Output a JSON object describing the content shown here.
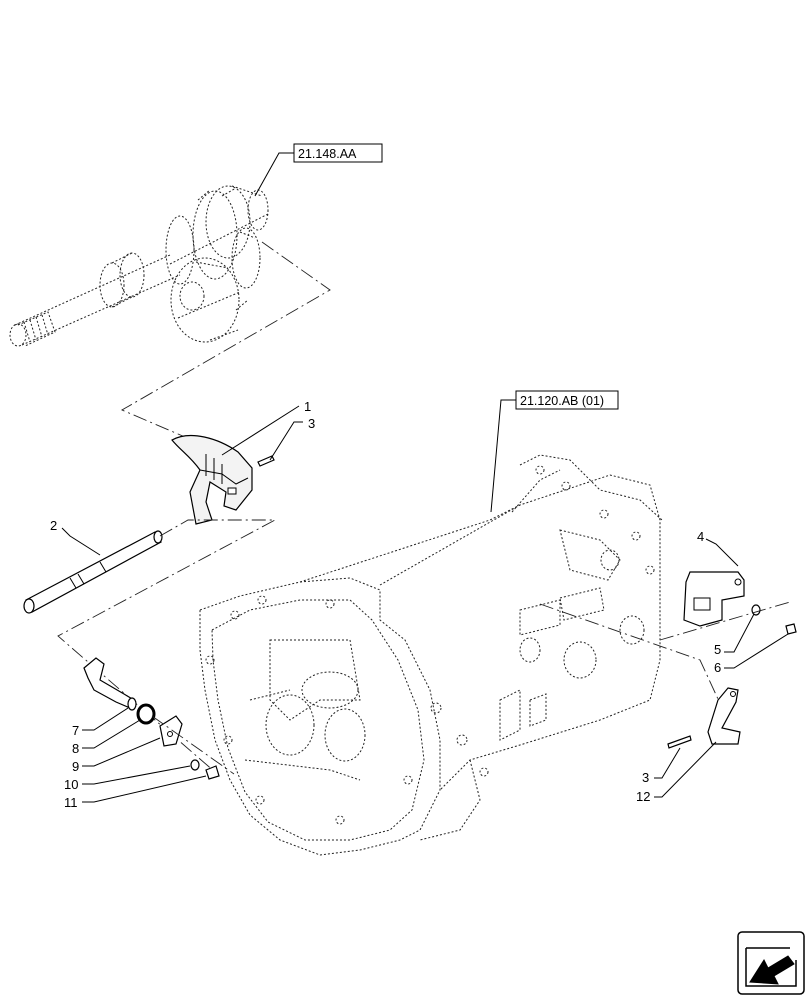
{
  "references": {
    "upper_shaft": "21.148.AA",
    "housing": "21.120.AB (01)"
  },
  "callouts": [
    {
      "id": "c1",
      "label": "1"
    },
    {
      "id": "c3a",
      "label": "3"
    },
    {
      "id": "c2",
      "label": "2"
    },
    {
      "id": "c4",
      "label": "4"
    },
    {
      "id": "c5",
      "label": "5"
    },
    {
      "id": "c6",
      "label": "6"
    },
    {
      "id": "c7",
      "label": "7"
    },
    {
      "id": "c8",
      "label": "8"
    },
    {
      "id": "c9",
      "label": "9"
    },
    {
      "id": "c10",
      "label": "10"
    },
    {
      "id": "c11",
      "label": "11"
    },
    {
      "id": "c3b",
      "label": "3"
    },
    {
      "id": "c12",
      "label": "12"
    }
  ],
  "icons": {
    "nav": "next-page-arrow-icon"
  }
}
